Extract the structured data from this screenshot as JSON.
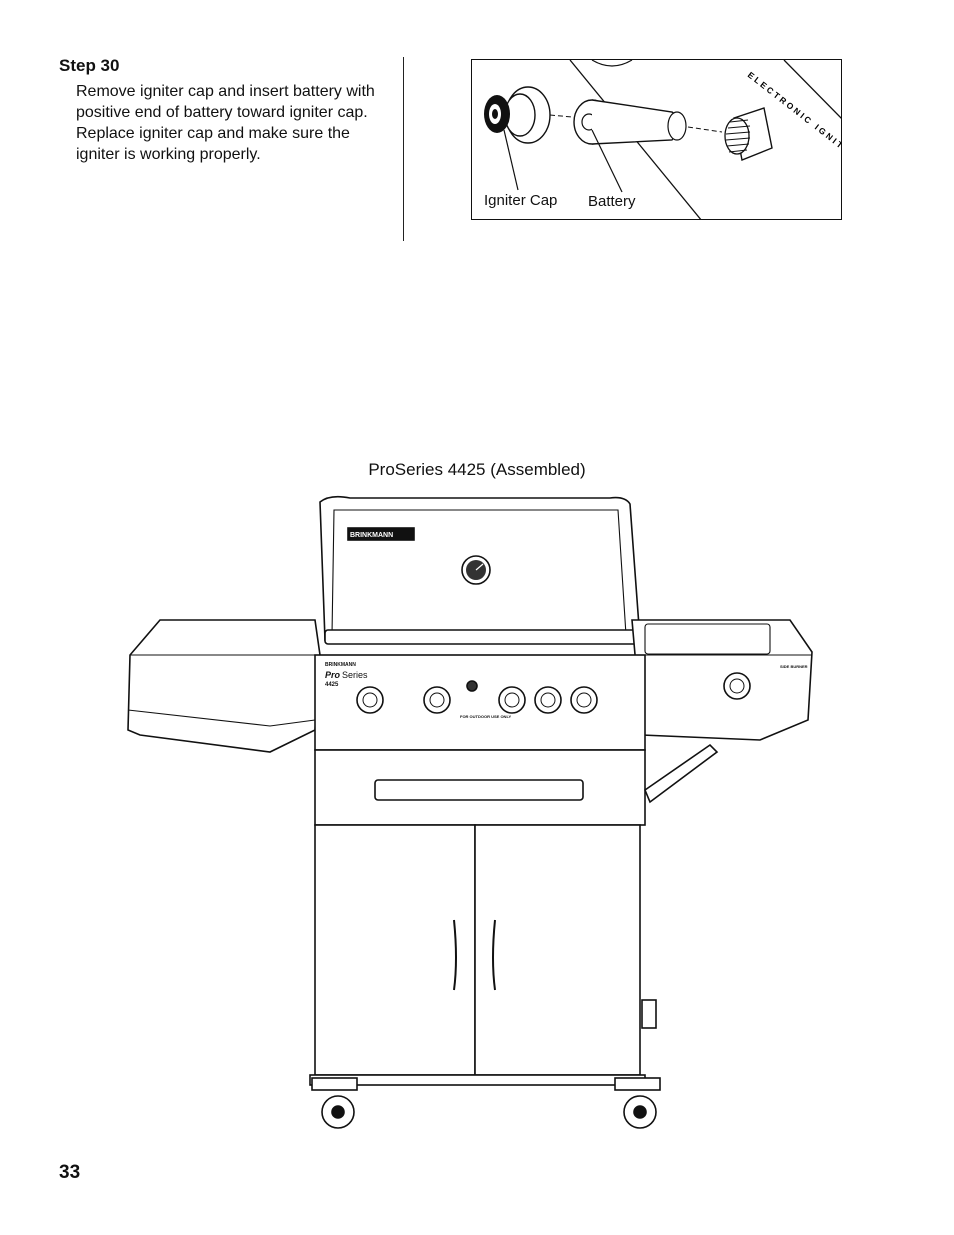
{
  "step": {
    "title": "Step 30",
    "body": "Remove igniter cap and insert battery with positive end of battery toward igniter cap. Replace igniter cap and make sure the igniter is working properly."
  },
  "inset": {
    "label_igniter_cap": "Igniter Cap",
    "label_battery": "Battery",
    "stamp_text": "ELECTRONIC IGNITER"
  },
  "figure": {
    "caption": "ProSeries 4425 (Assembled)",
    "brand_plate": "BRINKMANN",
    "panel_brand": "BRINKMANN",
    "panel_pro": "Pro",
    "panel_series": "Series",
    "panel_model": "4425",
    "panel_outdoor": "FOR OUTDOOR USE ONLY",
    "panel_side_burner": "SIDE BURNER"
  },
  "page": {
    "number": "33"
  }
}
